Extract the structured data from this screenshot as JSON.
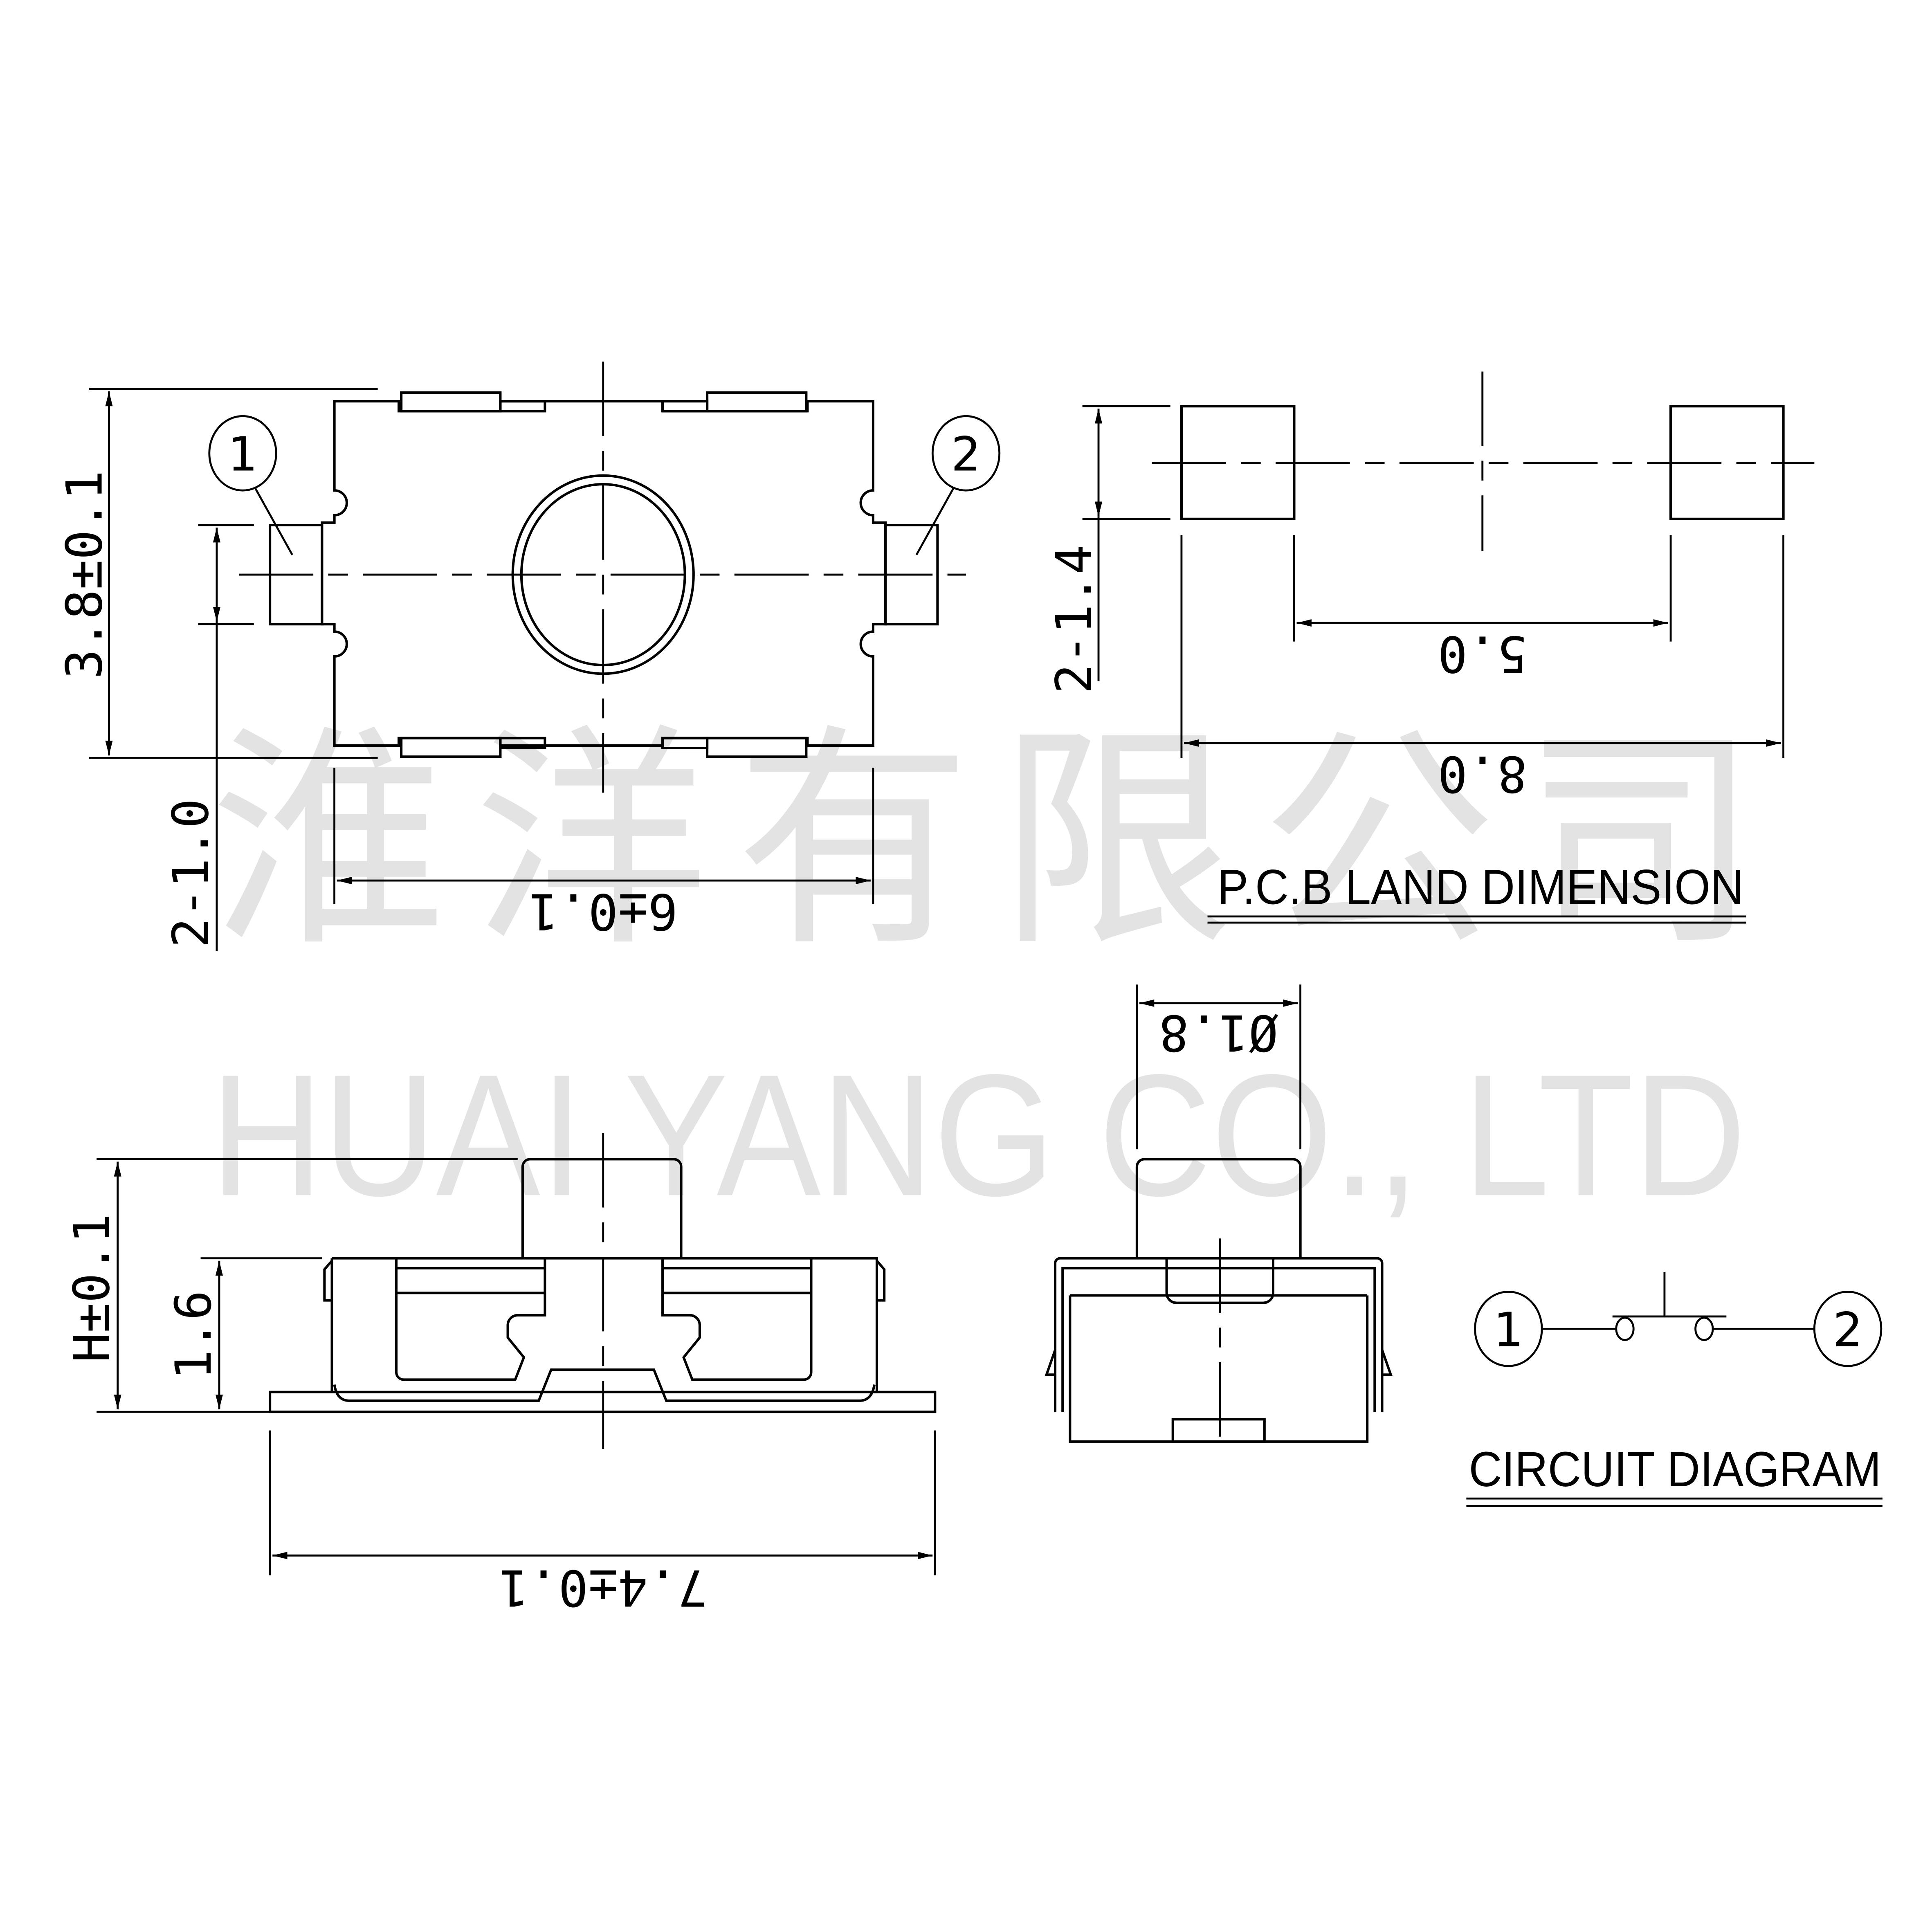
{
  "watermark": {
    "chinese": "淮 洋 有 限 公 司",
    "english": "HUAI YANG CO., LTD"
  },
  "top_view": {
    "height_dim": "3.8±0.1",
    "pin_width_dim": "2-1.0",
    "width_dim": "6±0.1",
    "pin1_label": "1",
    "pin2_label": "2"
  },
  "pcb_land": {
    "pad_height_dim": "2-1.4",
    "inner_span_dim": "5.0",
    "outer_span_dim": "8.0",
    "title": "P.C.B LAND DIMENSION"
  },
  "front_view": {
    "total_height_dim": "H±0.1",
    "body_height_dim": "1.6",
    "width_dim": "7.4±0.1"
  },
  "side_view": {
    "actuator_diameter_dim": "Ø1.8"
  },
  "circuit": {
    "pin1_label": "1",
    "pin2_label": "2",
    "title": "CIRCUIT DIAGRAM"
  },
  "colors": {
    "line": "#000000",
    "watermark": "#e3e3e3",
    "background": "#ffffff"
  }
}
